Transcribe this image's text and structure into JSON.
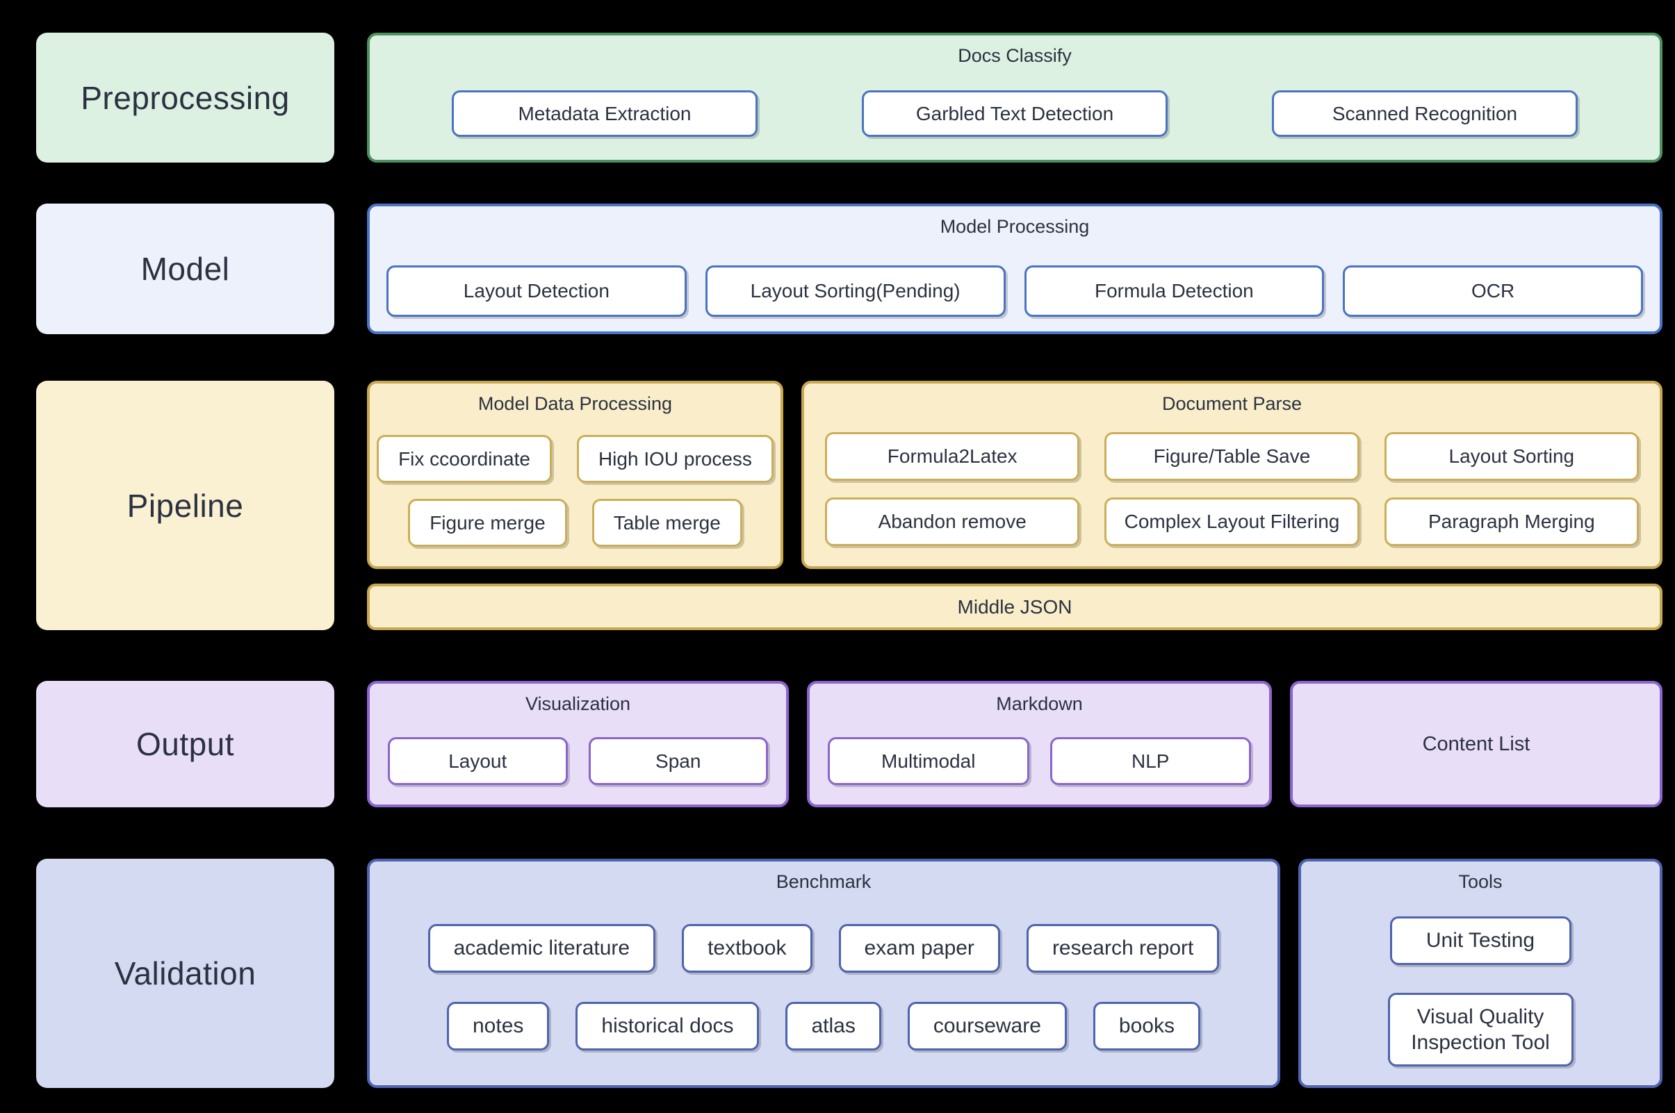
{
  "palette": {
    "background": "#000000",
    "text": "#2b3140",
    "green_fill": "#dcf1e2",
    "green_border": "#4e9160",
    "blue_fill": "#edf1fb",
    "blue_border": "#4a73c4",
    "yellow_fill": "#faeeca",
    "yellow_label_fill": "#faf1d3",
    "gold_border": "#c7a851",
    "purple_fill": "#e8def8",
    "purple_border": "#8a65cd",
    "periwinkle_fill": "#d3daf1",
    "indigo_border": "#4f63ae",
    "box_fill": "#ffffff"
  },
  "stages": {
    "preprocessing": {
      "label": "Preprocessing",
      "docs_classify": {
        "title": "Docs Classify",
        "items": [
          "Metadata Extraction",
          "Garbled Text Detection",
          "Scanned Recognition"
        ]
      }
    },
    "model": {
      "label": "Model",
      "model_processing": {
        "title": "Model Processing",
        "items": [
          "Layout Detection",
          "Layout Sorting(Pending)",
          "Formula Detection",
          "OCR"
        ]
      }
    },
    "pipeline": {
      "label": "Pipeline",
      "model_data_processing": {
        "title": "Model Data Processing",
        "row1": [
          "Fix ccoordinate",
          "High IOU process"
        ],
        "row2": [
          "Figure merge",
          "Table merge"
        ]
      },
      "document_parse": {
        "title": "Document Parse",
        "row1": [
          "Formula2Latex",
          "Figure/Table Save",
          "Layout Sorting"
        ],
        "row2": [
          "Abandon remove",
          "Complex Layout Filtering",
          "Paragraph Merging"
        ]
      },
      "middle_json": "Middle JSON"
    },
    "output": {
      "label": "Output",
      "visualization": {
        "title": "Visualization",
        "items": [
          "Layout",
          "Span"
        ]
      },
      "markdown": {
        "title": "Markdown",
        "items": [
          "Multimodal",
          "NLP"
        ]
      },
      "content_list": "Content List"
    },
    "validation": {
      "label": "Validation",
      "benchmark": {
        "title": "Benchmark",
        "row1": [
          "academic literature",
          "textbook",
          "exam paper",
          "research report"
        ],
        "row2": [
          "notes",
          "historical docs",
          "atlas",
          "courseware",
          "books"
        ]
      },
      "tools": {
        "title": "Tools",
        "items": [
          "Unit Testing",
          "Visual Quality Inspection Tool"
        ]
      }
    }
  }
}
